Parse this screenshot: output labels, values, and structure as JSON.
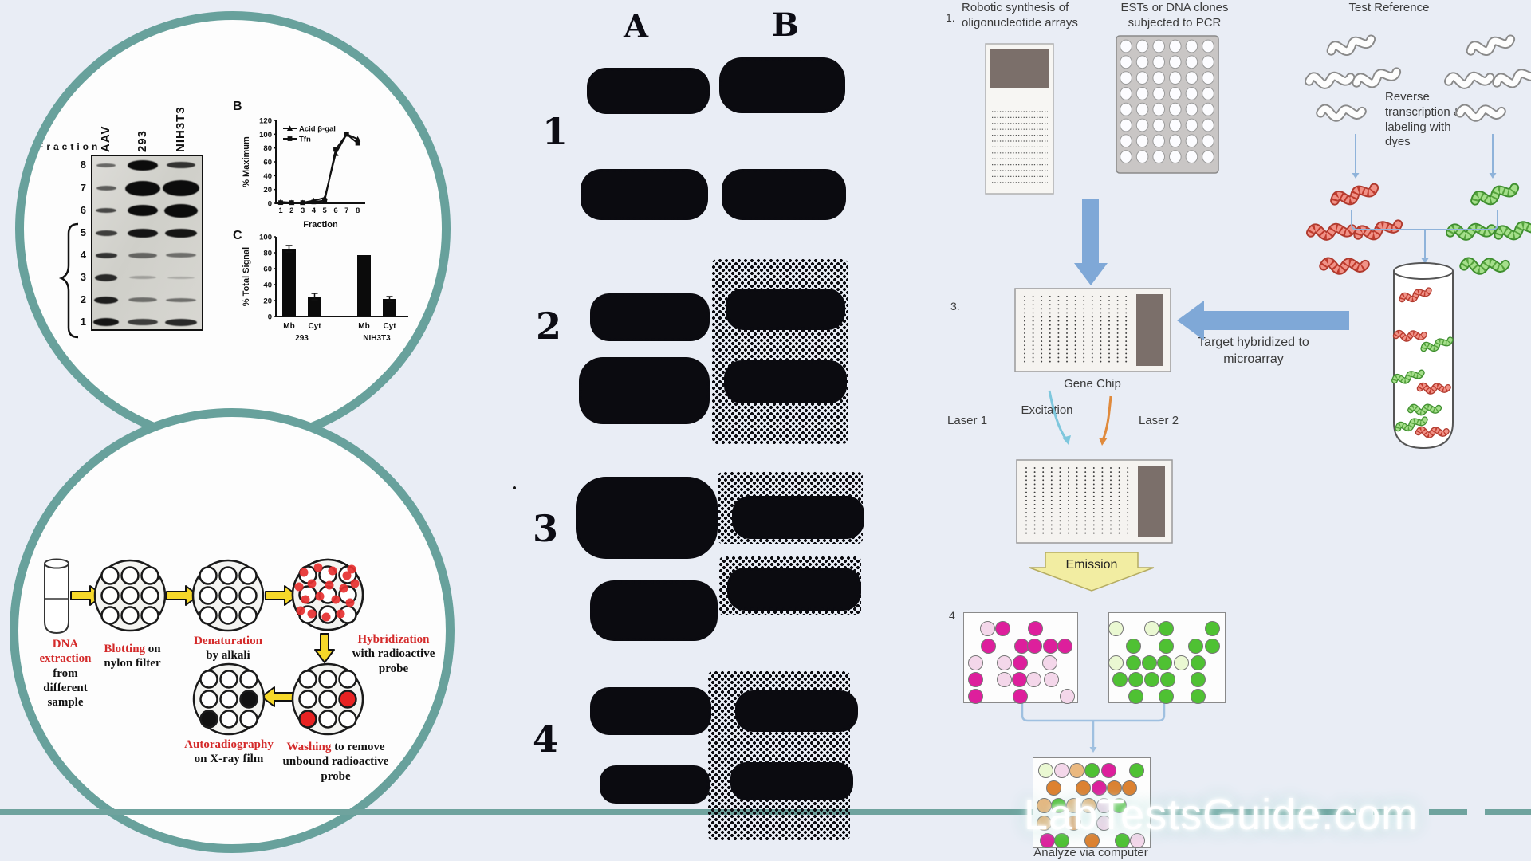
{
  "watermark": {
    "text": "LabTestsGuide.com"
  },
  "fractionation": {
    "label_b": "B",
    "label_c": "C",
    "gel": {
      "header": "Fraction",
      "lanes": [
        "AAV",
        "293",
        "NIH3T3"
      ],
      "rows": [
        "8",
        "7",
        "6",
        "5",
        "4",
        "3",
        "2",
        "1"
      ]
    }
  },
  "chart_data": [
    {
      "id": "membrane-flotation",
      "type": "line",
      "x": [
        1,
        2,
        3,
        4,
        5,
        6,
        7,
        8
      ],
      "xlabel": "Fraction",
      "ylabel": "% Maximum",
      "ylim": [
        0,
        120
      ],
      "ytick": 20,
      "legend_position": "top-left",
      "series": [
        {
          "name": "Acid β-gal",
          "marker": "triangle",
          "values": [
            2,
            1,
            1,
            4,
            8,
            72,
            100,
            93
          ]
        },
        {
          "name": "Tfn",
          "marker": "square",
          "values": [
            1,
            1,
            1,
            2,
            4,
            78,
            100,
            87
          ]
        }
      ]
    },
    {
      "id": "total-signal",
      "type": "bar",
      "categories": [
        "Mb",
        "Cyt",
        "Mb",
        "Cyt"
      ],
      "groups": [
        "293",
        "NIH3T3"
      ],
      "values": [
        85,
        25,
        77,
        22
      ],
      "errors": [
        4,
        4,
        0,
        3
      ],
      "xlabel": "",
      "ylabel": "% Total Signal",
      "ylim": [
        0,
        100
      ],
      "ytick": 20
    }
  ],
  "southern": {
    "steps": [
      {
        "id": "dna-extraction",
        "lines": [
          [
            {
              "t": "DNA",
              "c": "r"
            }
          ],
          [
            {
              "t": "extraction",
              "c": "r"
            }
          ],
          [
            {
              "t": "from",
              "c": "k"
            }
          ],
          [
            {
              "t": "different",
              "c": "k"
            }
          ],
          [
            {
              "t": "sample",
              "c": "k"
            }
          ]
        ]
      },
      {
        "id": "blotting",
        "lines": [
          [
            {
              "t": "Blotting",
              "c": "r"
            },
            {
              "t": " on",
              "c": "k"
            }
          ],
          [
            {
              "t": "nylon filter",
              "c": "k"
            }
          ]
        ]
      },
      {
        "id": "denaturation",
        "lines": [
          [
            {
              "t": "Denaturation",
              "c": "r"
            }
          ],
          [
            {
              "t": "by alkali",
              "c": "k"
            }
          ]
        ]
      },
      {
        "id": "hybridization",
        "lines": [
          [
            {
              "t": "Hybridization",
              "c": "r"
            }
          ],
          [
            {
              "t": "with radioactive",
              "c": "k"
            }
          ],
          [
            {
              "t": "probe",
              "c": "k"
            }
          ]
        ]
      },
      {
        "id": "autoradiography",
        "lines": [
          [
            {
              "t": "Autoradiography",
              "c": "r"
            }
          ],
          [
            {
              "t": "on X-ray film",
              "c": "k"
            }
          ]
        ]
      },
      {
        "id": "washing",
        "lines": [
          [
            {
              "t": "Washing",
              "c": "r"
            },
            {
              "t": " to remove",
              "c": "k"
            }
          ],
          [
            {
              "t": "unbound radioactive",
              "c": "k"
            }
          ],
          [
            {
              "t": "probe",
              "c": "k"
            }
          ]
        ]
      }
    ]
  },
  "blot_panel": {
    "col_a": "A",
    "col_b": "B",
    "row_labels": [
      "1",
      "2",
      "3",
      "4"
    ]
  },
  "microarray": {
    "step1_num": "1.",
    "step1_line1": "Robotic synthesis of",
    "step1_line2": "oligonucleotide arrays",
    "ests_line1": "ESTs or DNA clones",
    "ests_line2": "subjected to PCR",
    "test_reference": "Test Reference",
    "reverse_lines": [
      "Reverse",
      "transcription &",
      "labeling with",
      "dyes"
    ],
    "step3_num": "3.",
    "gene_chip": "Gene Chip",
    "target_line1": "Target hybridized to",
    "target_line2": "microarray",
    "laser1": "Laser 1",
    "excitation": "Excitation",
    "laser2": "Laser 2",
    "emission": "Emission",
    "step4_num": "4",
    "analyze": "Analyze via computer",
    "spot_colors": {
      "m": "#dd1f9c",
      "p": "#f4d7ea",
      "g": "#4fc133",
      "l": "#eaf8d2",
      "o": "#dd8130",
      "t": "#eab87f"
    },
    "spots": {
      "pink_panel": [
        [
          29,
          19,
          "p"
        ],
        [
          48,
          19,
          "m"
        ],
        [
          89,
          19,
          "m"
        ],
        [
          30,
          41,
          "m"
        ],
        [
          72,
          41,
          "m"
        ],
        [
          88,
          41,
          "m"
        ],
        [
          108,
          41,
          "m"
        ],
        [
          126,
          41,
          "m"
        ],
        [
          14,
          62,
          "p"
        ],
        [
          50,
          62,
          "p"
        ],
        [
          70,
          62,
          "m"
        ],
        [
          107,
          62,
          "p"
        ],
        [
          14,
          83,
          "m"
        ],
        [
          50,
          83,
          "p"
        ],
        [
          69,
          83,
          "m"
        ],
        [
          87,
          83,
          "p"
        ],
        [
          109,
          83,
          "p"
        ],
        [
          14,
          104,
          "m"
        ],
        [
          70,
          104,
          "m"
        ],
        [
          129,
          104,
          "p"
        ]
      ],
      "green_panel": [
        [
          8,
          19,
          "l"
        ],
        [
          53,
          19,
          "l"
        ],
        [
          71,
          19,
          "g"
        ],
        [
          129,
          19,
          "g"
        ],
        [
          30,
          41,
          "g"
        ],
        [
          71,
          41,
          "g"
        ],
        [
          108,
          41,
          "g"
        ],
        [
          129,
          41,
          "g"
        ],
        [
          8,
          62,
          "l"
        ],
        [
          30,
          62,
          "g"
        ],
        [
          50,
          62,
          "g"
        ],
        [
          69,
          62,
          "g"
        ],
        [
          90,
          62,
          "l"
        ],
        [
          111,
          62,
          "g"
        ],
        [
          13,
          83,
          "g"
        ],
        [
          33,
          83,
          "g"
        ],
        [
          53,
          83,
          "g"
        ],
        [
          73,
          83,
          "g"
        ],
        [
          111,
          83,
          "g"
        ],
        [
          33,
          104,
          "g"
        ],
        [
          71,
          104,
          "g"
        ],
        [
          111,
          104,
          "g"
        ]
      ],
      "merged_panel": [
        [
          15,
          15,
          "l"
        ],
        [
          35,
          15,
          "p"
        ],
        [
          54,
          15,
          "t"
        ],
        [
          73,
          15,
          "g"
        ],
        [
          94,
          15,
          "m"
        ],
        [
          129,
          15,
          "g"
        ],
        [
          25,
          37,
          "o"
        ],
        [
          62,
          37,
          "o"
        ],
        [
          82,
          37,
          "m"
        ],
        [
          101,
          37,
          "o"
        ],
        [
          120,
          37,
          "o"
        ],
        [
          13,
          59,
          "t"
        ],
        [
          31,
          59,
          "g"
        ],
        [
          50,
          59,
          "t"
        ],
        [
          69,
          59,
          "t"
        ],
        [
          88,
          59,
          "p"
        ],
        [
          107,
          59,
          "g"
        ],
        [
          13,
          81,
          "t"
        ],
        [
          50,
          81,
          "o"
        ],
        [
          88,
          81,
          "p"
        ],
        [
          17,
          103,
          "m"
        ],
        [
          35,
          103,
          "g"
        ],
        [
          73,
          103,
          "o"
        ],
        [
          111,
          103,
          "g"
        ],
        [
          130,
          103,
          "p"
        ]
      ]
    }
  },
  "colors": {
    "background": "#e9edf5",
    "ring_teal": "#68a19c",
    "rule_teal": "#6fa39e",
    "arrow_blue": "#7fa8d7",
    "workflow_yellow": "#f6d829",
    "emission_yellow": "#f2eda2",
    "chip_dark": "#7b6f6a",
    "red_dot": "#e63030"
  }
}
